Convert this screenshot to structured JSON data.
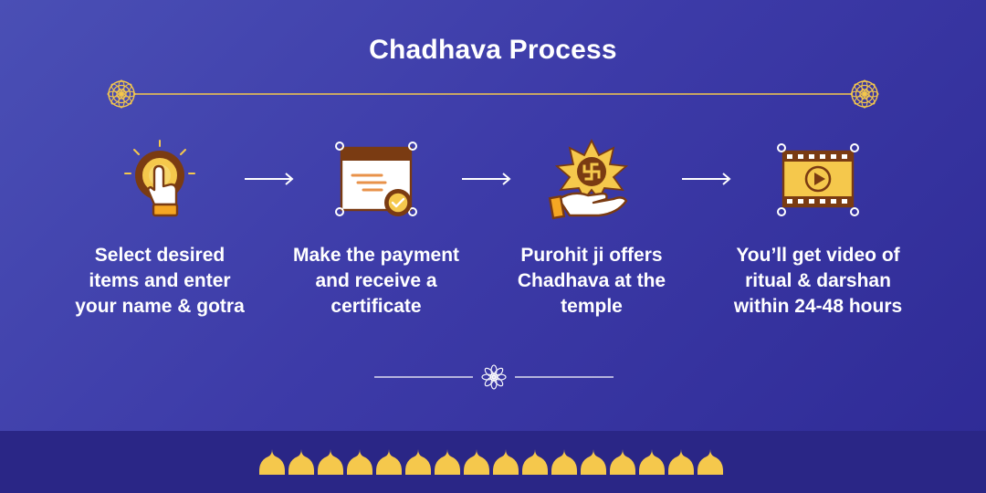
{
  "title": "Chadhava Process",
  "colors": {
    "background_start": "#4a4fb5",
    "background_end": "#2e2a95",
    "footer_band": "#2a2686",
    "gold": "#f5c84c",
    "brown": "#7a3b12",
    "text": "#ffffff"
  },
  "steps": [
    {
      "text": "Select desired items and enter your name & gotra",
      "icon": "hand-tap-icon"
    },
    {
      "text": "Make the payment and receive a certificate",
      "icon": "certificate-icon"
    },
    {
      "text": "Purohit ji offers Chadhava at the temple",
      "icon": "offering-hand-icon"
    },
    {
      "text": "You’ll get video of ritual & darshan within 24-48 hours",
      "icon": "video-film-icon"
    }
  ],
  "decorations": {
    "divider_ornament": "mandala-flower-icon",
    "footer_ornament": "temple-dome-icon"
  }
}
